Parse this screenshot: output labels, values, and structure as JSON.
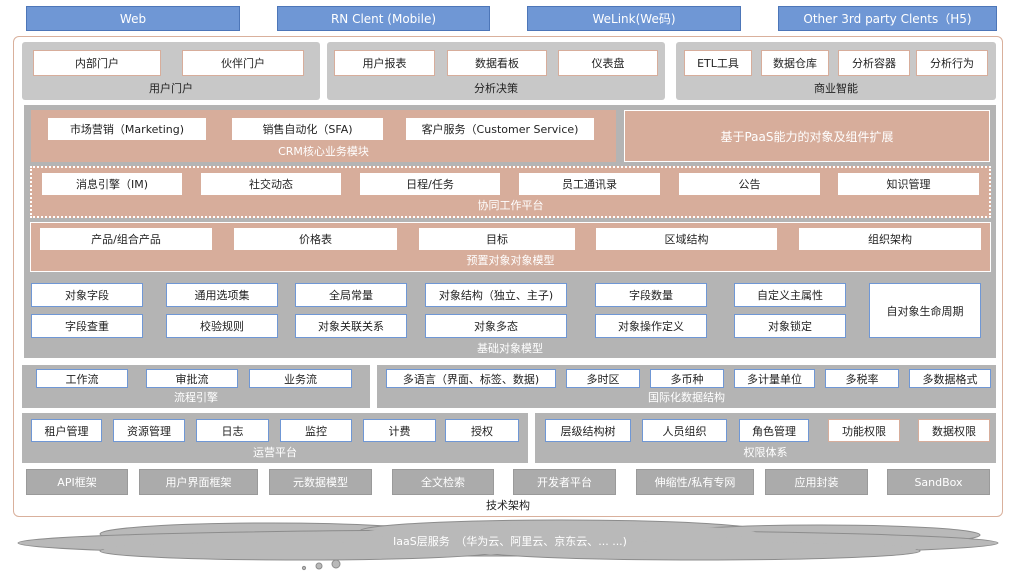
{
  "clients": [
    "Web",
    "RN Clent (Mobile)",
    "WeLink(We码)",
    "Other 3rd party Clents（H5)"
  ],
  "portal": {
    "items": [
      "内部门户",
      "伙伴门户"
    ],
    "caption": "用户门户"
  },
  "analysis": {
    "items": [
      "用户报表",
      "数据看板",
      "仪表盘"
    ],
    "caption": "分析决策"
  },
  "bi": {
    "items": [
      "ETL工具",
      "数据仓库",
      "分析容器",
      "分析行为"
    ],
    "caption": "商业智能"
  },
  "crm": {
    "items": [
      "市场营销（Marketing)",
      "销售自动化（SFA)",
      "客户服务（Customer Service)"
    ],
    "caption": "CRM核心业务模块"
  },
  "paas_ext": "基于PaaS能力的对象及组件扩展",
  "collab": {
    "items": [
      "消息引擎（IM)",
      "社交动态",
      "日程/任务",
      "员工通讯录",
      "公告",
      "知识管理"
    ],
    "caption": "协同工作平台"
  },
  "preset": {
    "items": [
      "产品/组合产品",
      "价格表",
      "目标",
      "区域结构",
      "组织架构"
    ],
    "caption": "预置对象对象模型"
  },
  "base": {
    "row1": [
      "对象字段",
      "通用选项集",
      "全局常量",
      "对象结构（独立、主子)",
      "字段数量",
      "自定义主属性"
    ],
    "row2": [
      "字段查重",
      "校验规则",
      "对象关联关系",
      "对象多态",
      "对象操作定义",
      "对象锁定"
    ],
    "lifecycle": "自对象生命周期",
    "caption": "基础对象模型"
  },
  "flow": {
    "items": [
      "工作流",
      "审批流",
      "业务流"
    ],
    "caption": "流程引擎"
  },
  "i18n": {
    "items": [
      "多语言（界面、标签、数据)",
      "多时区",
      "多币种",
      "多计量单位",
      "多税率",
      "多数据格式"
    ],
    "caption": "国际化数据结构"
  },
  "ops": {
    "items": [
      "租户管理",
      "资源管理",
      "日志",
      "监控",
      "计费",
      "授权"
    ],
    "caption": "运营平台"
  },
  "perm": {
    "items": [
      "层级结构树",
      "人员组织",
      "角色管理",
      "功能权限",
      "数据权限"
    ],
    "caption": "权限体系"
  },
  "tech": {
    "items": [
      "API框架",
      "用户界面框架",
      "元数据模型",
      "全文检索",
      "开发者平台",
      "伸缩性/私有专网",
      "应用封装",
      "SandBox"
    ],
    "caption": "技术架构"
  },
  "iaas": "IaaS层服务　（华为云、阿里云、京东云、... ...)",
  "colors": {
    "client": "#6f97d5",
    "pink": "#d7ad9b",
    "grey": "#c8c8c8"
  }
}
